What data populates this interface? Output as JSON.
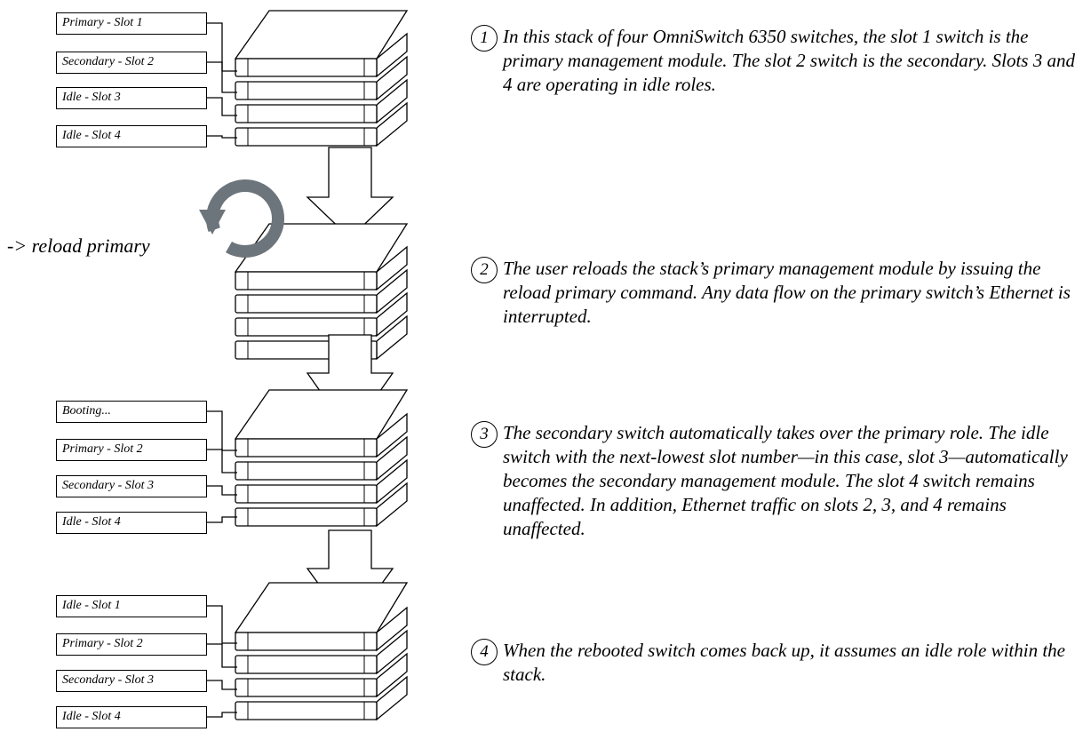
{
  "stages": [
    {
      "labels": [
        "Primary - Slot 1",
        "Secondary - Slot 2",
        "Idle - Slot 3",
        "Idle - Slot 4"
      ]
    },
    {
      "labels": []
    },
    {
      "labels": [
        "Booting...",
        "Primary - Slot 2",
        "Secondary - Slot 3",
        "Idle - Slot 4"
      ]
    },
    {
      "labels": [
        "Idle - Slot 1",
        "Primary - Slot 2",
        "Secondary - Slot 3",
        "Idle - Slot 4"
      ]
    }
  ],
  "command": "-> reload primary",
  "steps": [
    {
      "num": "1",
      "text": "In this stack of four OmniSwitch 6350 switches, the slot 1 switch is the primary management module. The slot 2 switch is the secondary. Slots 3 and 4 are operating in idle roles."
    },
    {
      "num": "2",
      "text": "The user reloads the stack’s primary management module by issuing the reload primary command. Any data flow on the primary switch’s Ethernet is interrupted."
    },
    {
      "num": "3",
      "text": "The secondary switch automatically takes over the primary role. The idle switch with the next-lowest slot number—in this case, slot 3—automatically becomes the secondary management module. The slot 4 switch remains unaffected. In addition, Ethernet traffic on slots 2, 3, and 4 remains unaffected."
    },
    {
      "num": "4",
      "text": "When the rebooted switch comes back up, it assumes an idle role within the stack."
    }
  ],
  "colors": {
    "line": "#000000",
    "reload_icon": "#6d757c"
  },
  "icons": [
    "reload-icon",
    "down-arrow-icon"
  ]
}
